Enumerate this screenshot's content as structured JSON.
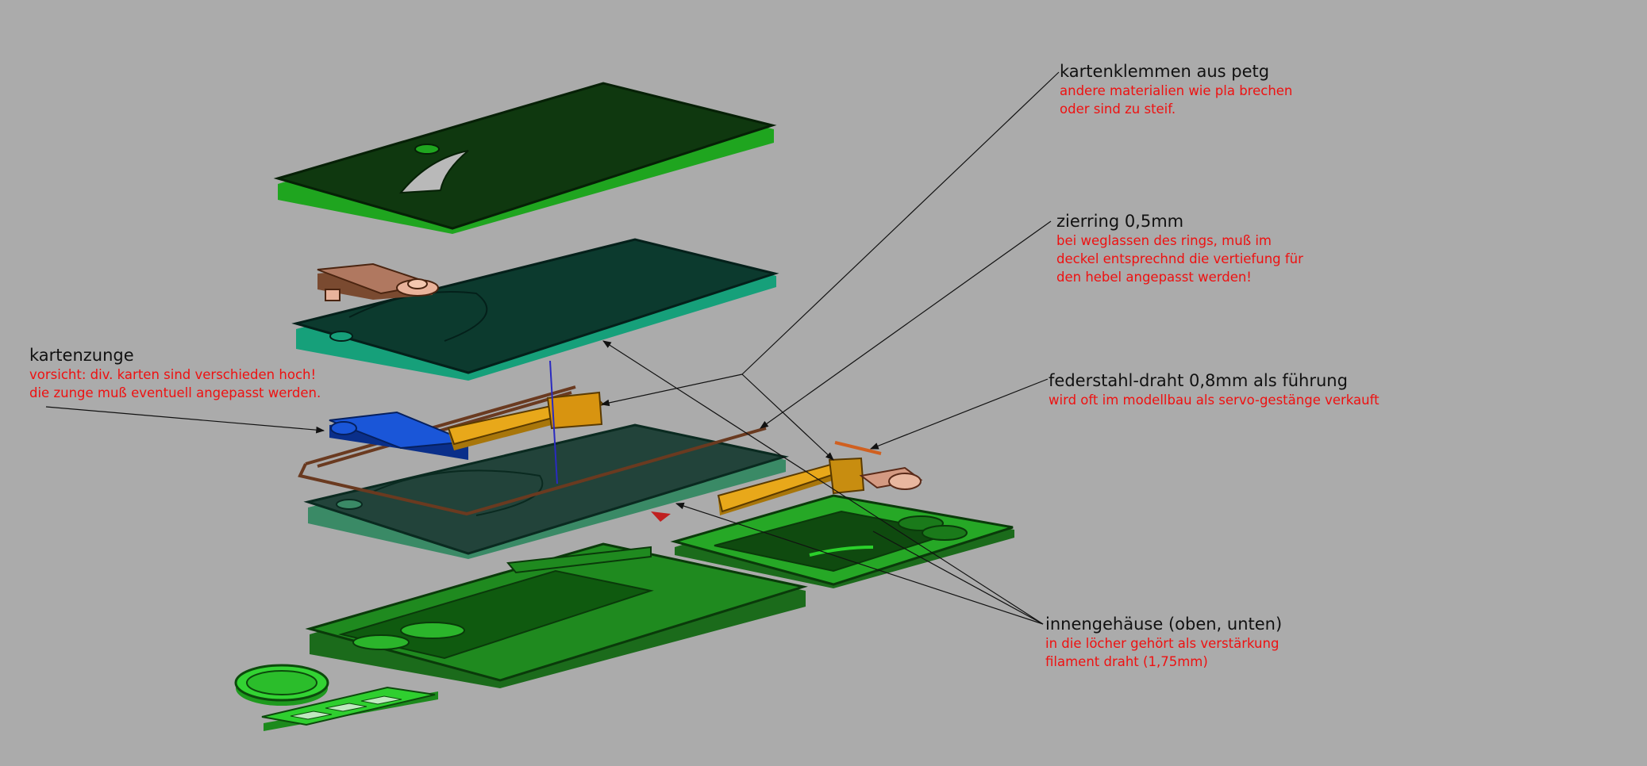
{
  "annotations": {
    "kartenklemmen": {
      "title": "kartenklemmen aus petg",
      "notes": [
        "andere materialien wie pla brechen",
        "oder sind zu steif."
      ]
    },
    "zierring": {
      "title": "zierring 0,5mm",
      "notes": [
        "bei weglassen des rings, muß im",
        "deckel entsprechnd die vertiefung für",
        "den hebel angepasst werden!"
      ]
    },
    "federstahl": {
      "title": "federstahl-draht 0,8mm als führung",
      "notes": [
        "wird oft im modellbau als servo-gestänge verkauft"
      ]
    },
    "kartenzunge": {
      "title": "kartenzunge",
      "notes": [
        "vorsicht: div. karten sind verschieden hoch!",
        "die zunge muß eventuell angepasst werden."
      ]
    },
    "innengehaeuse": {
      "title": "innengehäuse (oben, unten)",
      "notes": [
        "in die löcher gehört als verstärkung",
        "filament draht (1,75mm)"
      ]
    }
  },
  "colors": {
    "background": "#ababab",
    "lid_green": "#1f9b1f",
    "inner_teal": "#138a6a",
    "clamp_orange": "#e0a218",
    "tongue_blue": "#1a4fc8",
    "ring_copper": "#d49a82",
    "note_red": "#ee1111"
  }
}
